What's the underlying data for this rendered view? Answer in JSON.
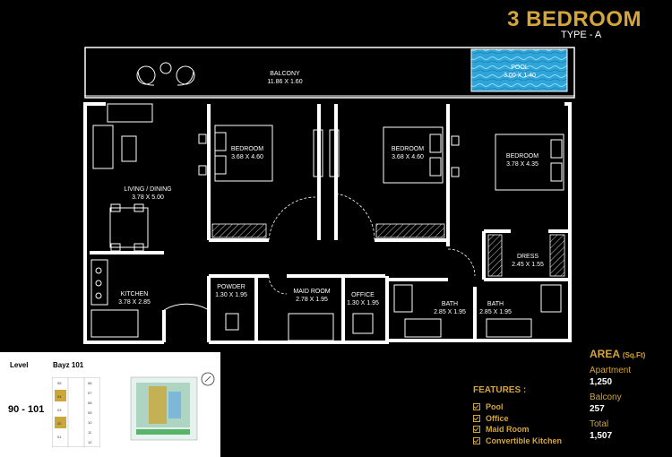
{
  "header": {
    "title": "3 BEDROOM",
    "subtitle": "TYPE - A"
  },
  "rooms": {
    "balcony": {
      "name": "BALCONY",
      "size": "11.86 X 1.60"
    },
    "pool": {
      "name": "POOL",
      "size": "3.00 X 1.40"
    },
    "living": {
      "name": "LIVING / DINING",
      "size": "3.78 X 5.00"
    },
    "bedroom1": {
      "name": "BEDROOM",
      "size": "3.68 X 4.60"
    },
    "bedroom2": {
      "name": "BEDROOM",
      "size": "3.68 X 4.60"
    },
    "bedroom3": {
      "name": "BEDROOM",
      "size": "3.78 X 4.35"
    },
    "dress": {
      "name": "DRESS",
      "size": "2.45 X 1.55"
    },
    "kitchen": {
      "name": "KITCHEN",
      "size": "3.78 X 2.85"
    },
    "powder": {
      "name": "POWDER",
      "size": "1.30 X 1.95"
    },
    "maid": {
      "name": "MAID ROOM",
      "size": "2.78 X 1.95"
    },
    "office": {
      "name": "OFFICE",
      "size": "1.30 X 1.95"
    },
    "bath1": {
      "name": "BATH",
      "size": "2.85 X 1.95"
    },
    "bath2": {
      "name": "BATH",
      "size": "2.85 X 1.95"
    }
  },
  "key_plan": {
    "level_label": "Level",
    "project": "Bayz 101",
    "levels": "90 - 101",
    "units_left": [
      "05",
      "04",
      "03",
      "02",
      "01"
    ],
    "units_right": [
      "06",
      "07",
      "08",
      "09",
      "10",
      "11",
      "12"
    ],
    "highlight_color": "#c9a73b"
  },
  "area": {
    "title": "AREA",
    "unit": "(Sq.Ft)",
    "apartment_label": "Apartment",
    "apartment_value": "1,250",
    "balcony_label": "Balcony",
    "balcony_value": "257",
    "total_label": "Total",
    "total_value": "1,507"
  },
  "features": {
    "title": "FEATURES :",
    "items": [
      "Pool",
      "Office",
      "Maid Room",
      "Convertible Kitchen"
    ]
  },
  "colors": {
    "accent": "#d4a53a",
    "background": "#000000",
    "pool": "#2ea4d8"
  }
}
